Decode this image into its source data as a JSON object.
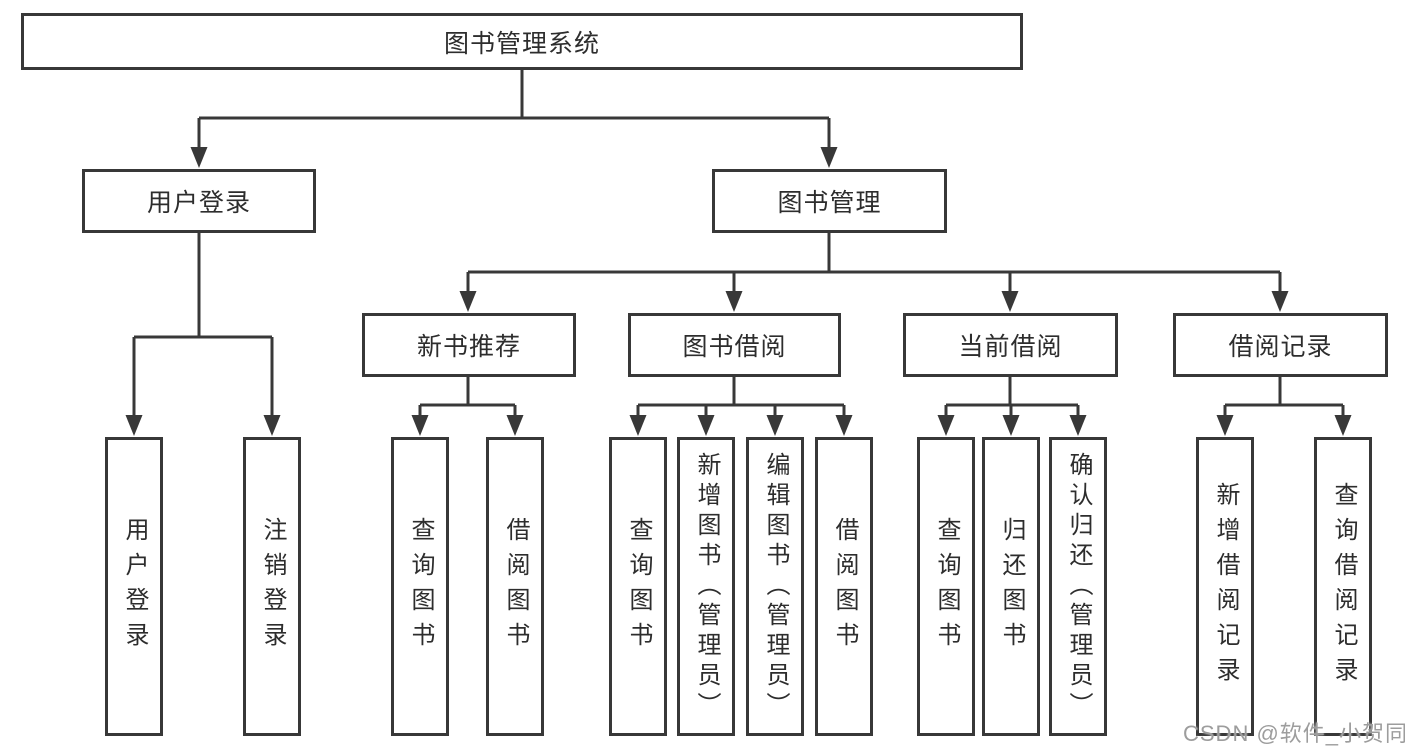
{
  "colors": {
    "line": "#383838",
    "text": "#2d2d2d",
    "watermark": "#9d9d9d",
    "bg": "#ffffff"
  },
  "tree": {
    "root": {
      "label": "图书管理系统",
      "children": [
        {
          "label": "用户登录",
          "children": [
            {
              "label": "用户登录"
            },
            {
              "label": "注销登录"
            }
          ]
        },
        {
          "label": "图书管理",
          "children": [
            {
              "label": "新书推荐",
              "children": [
                {
                  "label": "查询图书"
                },
                {
                  "label": "借阅图书"
                }
              ]
            },
            {
              "label": "图书借阅",
              "children": [
                {
                  "label": "查询图书"
                },
                {
                  "label": "新增图书（管理员）"
                },
                {
                  "label": "编辑图书（管理员）"
                },
                {
                  "label": "借阅图书"
                }
              ]
            },
            {
              "label": "当前借阅",
              "children": [
                {
                  "label": "查询图书"
                },
                {
                  "label": "归还图书"
                },
                {
                  "label": "确认归还（管理员）"
                }
              ]
            },
            {
              "label": "借阅记录",
              "children": [
                {
                  "label": "新增借阅记录"
                },
                {
                  "label": "查询借阅记录"
                }
              ]
            }
          ]
        }
      ]
    }
  },
  "watermark": {
    "text": "CSDN @软件_小贺同学"
  }
}
